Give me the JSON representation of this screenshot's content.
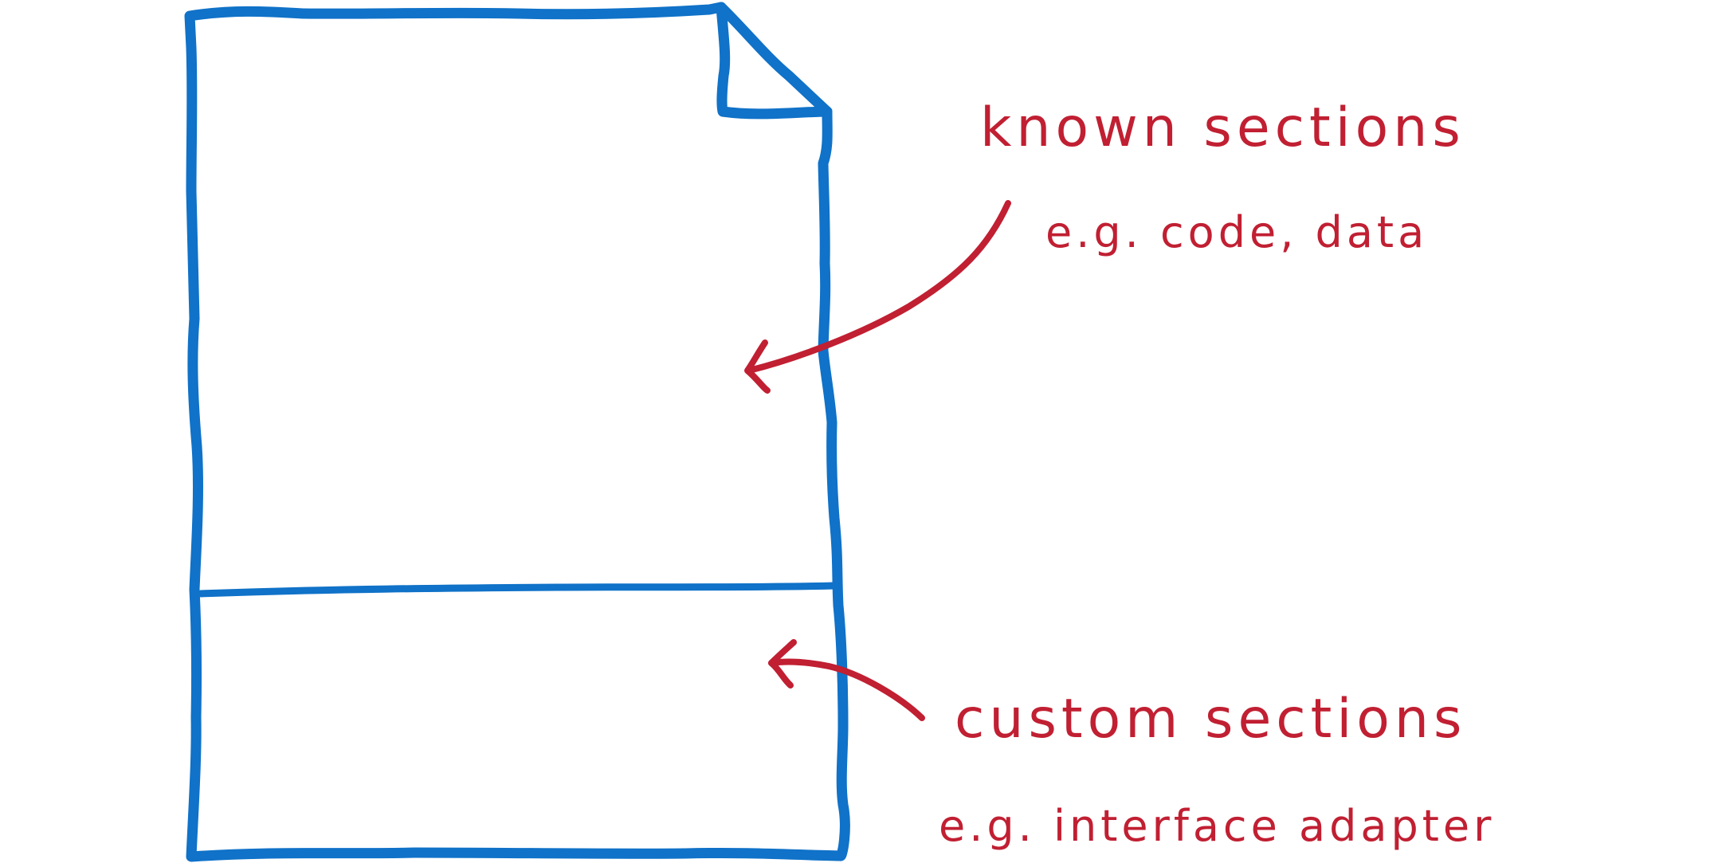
{
  "colors": {
    "document_stroke": "#1072c8",
    "annotation": "#c11f32",
    "background": "#ffffff"
  },
  "labels": {
    "known_heading": "known sections",
    "known_example": "e.g. code, data",
    "custom_heading": "custom sections",
    "custom_example": "e.g. interface adapter"
  },
  "icons": {
    "document": "document-icon",
    "arrow_known": "arrow-known",
    "arrow_custom": "arrow-custom"
  }
}
